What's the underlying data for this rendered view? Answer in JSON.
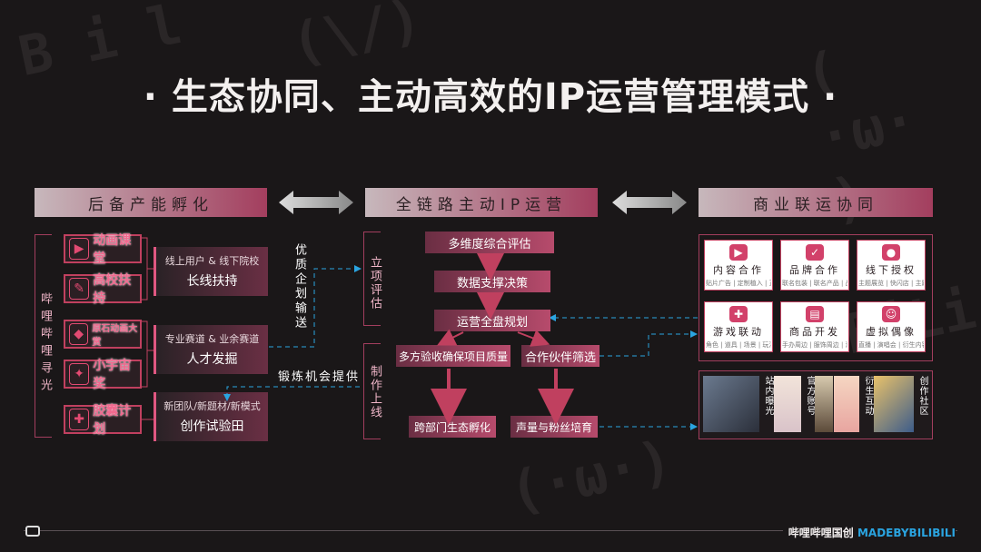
{
  "title": "·  生态协同、主动高效的IP运营管理模式  ·",
  "sections": {
    "left": "后备产能孵化",
    "middle": "全链路主动IP运营",
    "right": "商业联运协同"
  },
  "left": {
    "vertical_label": "哔哩哔哩寻光",
    "programs": [
      {
        "label": "动画课堂",
        "icon": "▶"
      },
      {
        "label": "高校扶持",
        "icon": "✎"
      },
      {
        "label": "原石动画大赏",
        "icon": "◆"
      },
      {
        "label": "小宇宙奖",
        "icon": "✦"
      },
      {
        "label": "胶囊计划",
        "icon": "✚"
      }
    ],
    "sources": [
      {
        "line1": "线上用户 & 线下院校",
        "line2": "长线扶持"
      },
      {
        "line1": "专业赛道 & 业余赛道",
        "line2": "人才发掘"
      },
      {
        "line1": "新团队/新题材/新模式",
        "line2": "创作试验田"
      }
    ],
    "flow_label_top": "优质企划输送",
    "flow_label_bottom": "锻炼机会提供"
  },
  "middle": {
    "phase1": "立项评估",
    "phase2": "制作上线",
    "steps": [
      "多维度综合评估",
      "数据支撑决策",
      "运营全盘规划",
      "多方验收确保项目质量",
      "合作伙伴筛选",
      "跨部门生态孵化",
      "声量与粉丝培育"
    ]
  },
  "right": {
    "tiles": [
      {
        "title": "内容合作",
        "sub": "贴片广告 | 定制植入 | 正片联动",
        "icon": "video-icon"
      },
      {
        "title": "品牌合作",
        "sub": "联名包装 | 联名产品 | 品牌联动",
        "icon": "badge-icon"
      },
      {
        "title": "线下授权",
        "sub": "主题展览 | 快闪店 | 主题餐厅",
        "icon": "location-icon"
      },
      {
        "title": "游戏联动",
        "sub": "角色 | 道具 | 场景 | 玩法植入",
        "icon": "gamepad-icon"
      },
      {
        "title": "商品开发",
        "sub": "手办周边 | 服饰周边 | 潮玩周边",
        "icon": "cart-icon"
      },
      {
        "title": "虚拟偶像",
        "sub": "直播 | 演唱会 | 衍生内容 | 品牌代言",
        "icon": "idol-icon"
      }
    ],
    "community": [
      "站内曝光",
      "官方账号",
      "衍生互动",
      "创作社区"
    ]
  },
  "footer": {
    "brand": "哔哩哔哩国创",
    "brand2": "MADEBYBILIBILI"
  },
  "colors": {
    "accent": "#a33e5e",
    "link": "#2aa4e0",
    "background": "#1a1718"
  }
}
